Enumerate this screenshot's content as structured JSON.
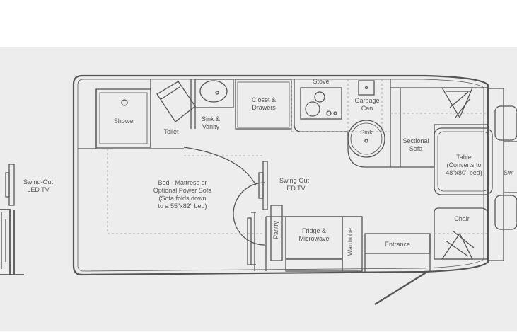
{
  "colors": {
    "page_background": "#ffffff",
    "diagram_background": "#ededed",
    "line": "#555555",
    "dashed_line": "#9a9a9a",
    "label_text": "#555555"
  },
  "labels": {
    "swing_out_tv_left": "Swing-Out\nLED TV",
    "shower": "Shower",
    "toilet": "Toilet",
    "sink_vanity": "Sink &\nVanity",
    "closet_drawers": "Closet &\nDrawers",
    "stove": "Stove",
    "garbage_can": "Garbage\nCan",
    "sink": "Sink",
    "sectional_sofa": "Sectional\nSofa",
    "table": "Table\n(Converts to\n48\"x80\" bed)",
    "swivel_cut": "Swi",
    "bed": "Bed - Mattress or\nOptional Power Sofa\n(Sofa folds down\nto a 55\"x82\" bed)",
    "swing_out_tv_center": "Swing-Out\nLED TV",
    "chair": "Chair",
    "pantry": "Pantry",
    "fridge_microwave": "Fridge &\nMicrowave",
    "wardrobe": "Wardrobe",
    "entrance": "Entrance"
  }
}
